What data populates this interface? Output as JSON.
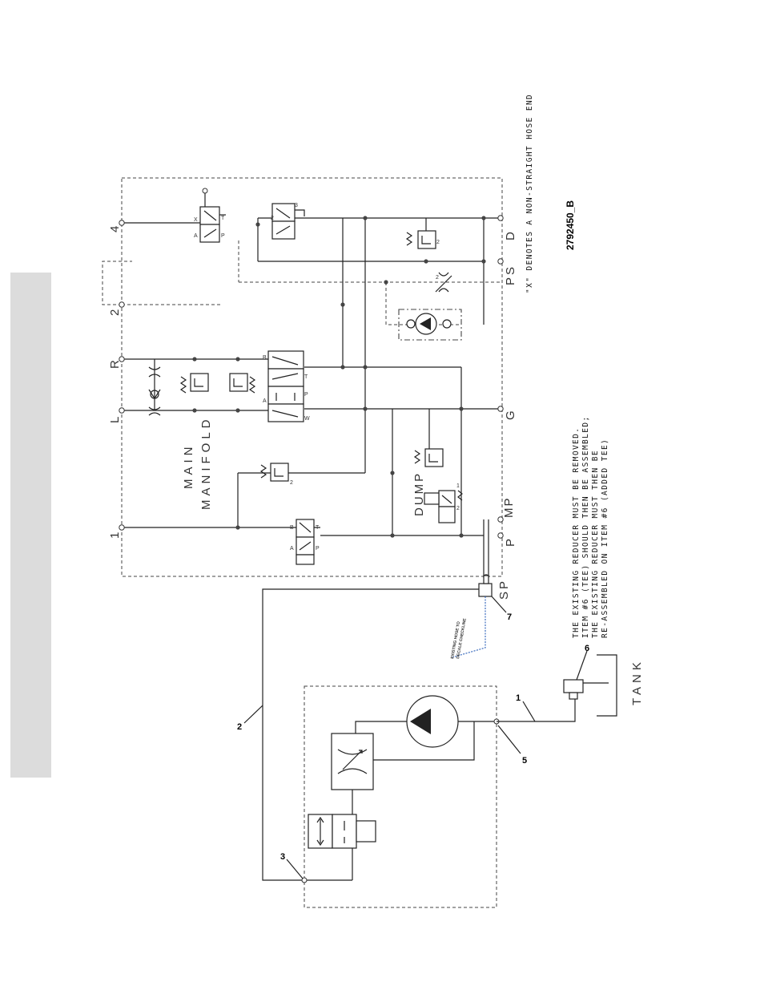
{
  "diagram": {
    "drawing_number": "2792450_B",
    "hose_note": "\"X\" DENOTES A NON-STRAIGHT HOSE END",
    "manifold_label": [
      "MAIN",
      "MANIFOLD"
    ],
    "dump_label": "DUMP",
    "tank_label": "TANK",
    "reducer_note": [
      "THE EXISTING REDUCER MUST BE REMOVED.",
      "ITEM #6 (TEE) SHOULD THEN BE ASSEMBLED;",
      "THE EXISTING REDUCER MUST THEN BE",
      "RE-ASSEMBLED ON ITEM #6 (ADDED TEE)"
    ],
    "hose_small_note": [
      "EXISTING HOSE TO",
      "DECALE CHECKLINE"
    ],
    "port_labels": {
      "p1": "1",
      "l": "L",
      "r": "R",
      "p2": "2",
      "p4": "4",
      "ps": "PS",
      "d": "D",
      "g": "G",
      "mp": "MP",
      "p": "P",
      "sp": "SP"
    },
    "item_numbers": {
      "i1": "1",
      "i2": "2",
      "i3": "3",
      "i5": "5",
      "i6": "6",
      "i7": "7"
    },
    "valve_marks": {
      "a": "A",
      "b": "B",
      "p": "P",
      "t": "T",
      "x": "X",
      "w": "W",
      "two": "2",
      "one": "1",
      "three": "3"
    }
  }
}
